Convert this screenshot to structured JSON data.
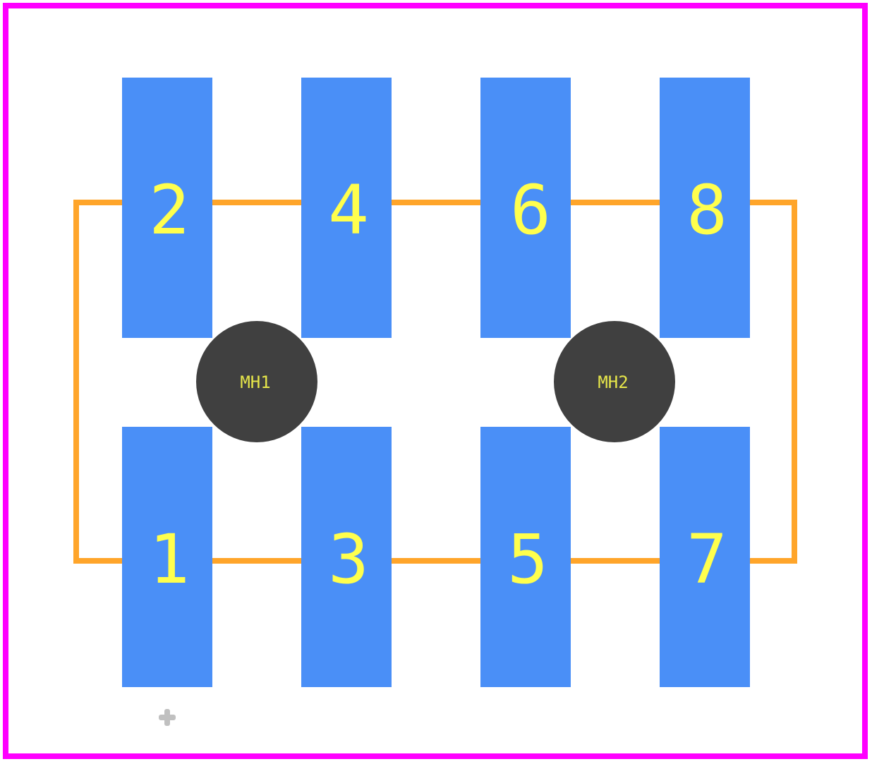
{
  "colors": {
    "courtyard": "#ff00ff",
    "silkscreen": "#ffa52a",
    "pad": "#4a8ff7",
    "pad_text": "#ffff4d",
    "mounting_hole": "#404040",
    "hole_text": "#e6e64a",
    "origin_marker": "#c0c0c0"
  },
  "pads": [
    {
      "label": "2"
    },
    {
      "label": "4"
    },
    {
      "label": "6"
    },
    {
      "label": "8"
    },
    {
      "label": "1"
    },
    {
      "label": "3"
    },
    {
      "label": "5"
    },
    {
      "label": "7"
    }
  ],
  "mounting_holes": [
    {
      "label": "MH1"
    },
    {
      "label": "MH2"
    }
  ]
}
